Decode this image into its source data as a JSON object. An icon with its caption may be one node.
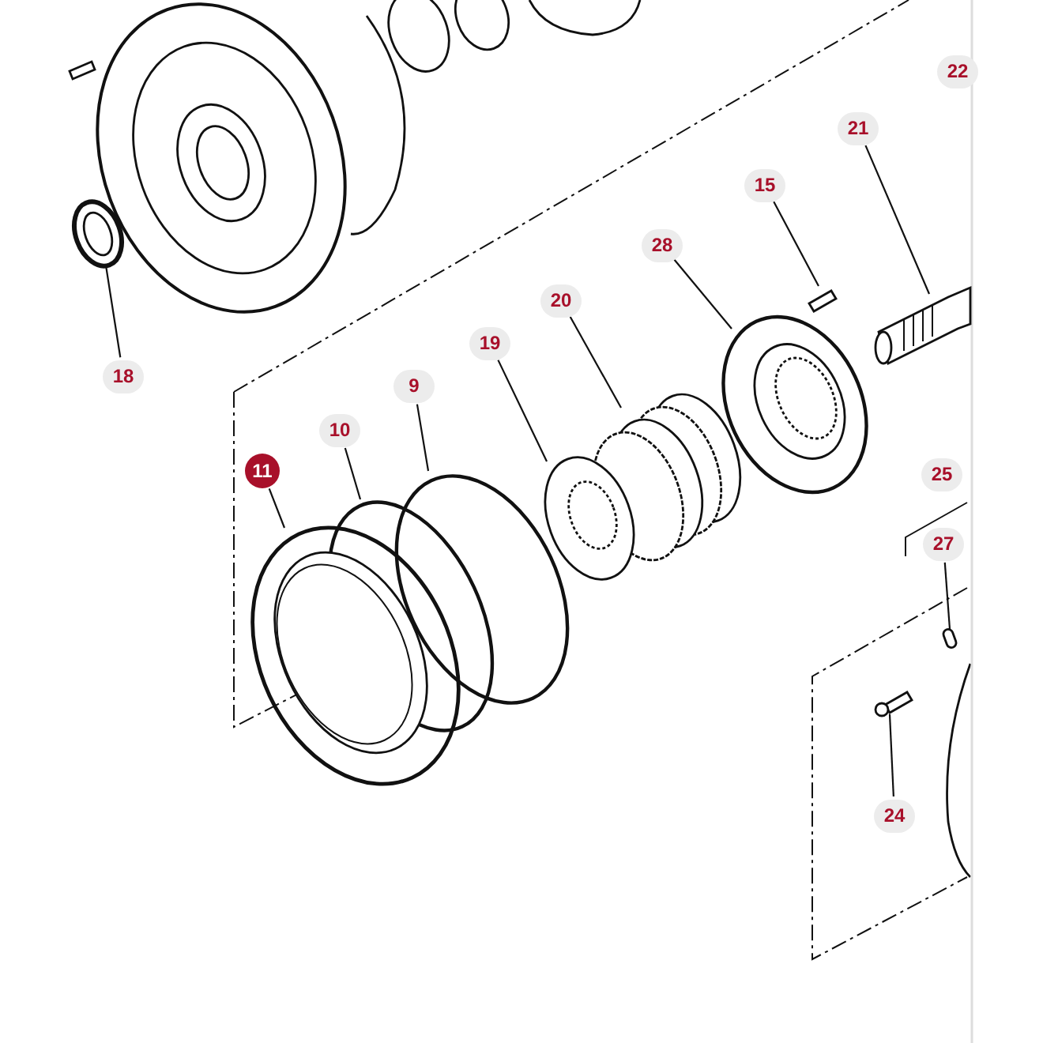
{
  "diagram": {
    "nodes": [
      {
        "text": [
          "18"
        ]
      },
      {
        "text": [],
        "shape": "picture"
      },
      {
        "text": [
          "21"
        ]
      },
      {
        "text": [],
        "shape": "picture"
      },
      {
        "text": [
          "15"
        ]
      },
      {
        "text": [],
        "shape": "picture"
      },
      {
        "text": [
          "28"
        ]
      },
      {
        "text": [],
        "shape": "picture"
      },
      {
        "text": [
          "20"
        ]
      },
      {
        "text": [],
        "shape": "picture"
      },
      {
        "text": [
          "19"
        ]
      },
      {
        "text": [],
        "shape": "picture"
      },
      {
        "text": [
          "9"
        ]
      },
      {
        "text": [],
        "shape": "ring"
      },
      {
        "text": [
          "10"
        ]
      },
      {
        "text": [],
        "shape": "ring"
      },
      {
        "text": [
          "11"
        ]
      },
      {
        "text": [],
        "shape": "picture"
      },
      {
        "text": [
          "27"
        ]
      },
      {
        "text": [],
        "shape": "pin"
      },
      {
        "text": [
          "24"
        ]
      },
      {
        "text": [],
        "shape": "picture"
      },
      {
        "text": [
          "22"
        ]
      },
      {
        "text": [
          "25"
        ]
      }
    ],
    "edges": [
      {
        "from": 0,
        "to": 1,
        "arrow": "none"
      },
      {
        "from": 2,
        "to": 3,
        "arrow": "none"
      },
      {
        "from": 4,
        "to": 5,
        "arrow": "none"
      },
      {
        "from": 6,
        "to": 7,
        "arrow": "none"
      },
      {
        "from": 8,
        "to": 9,
        "arrow": "none"
      },
      {
        "from": 10,
        "to": 11,
        "arrow": "none"
      },
      {
        "from": 12,
        "to": 13,
        "arrow": "none"
      },
      {
        "from": 14,
        "to": 15,
        "arrow": "none"
      },
      {
        "from": 16,
        "to": 17,
        "arrow": "none"
      },
      {
        "from": 18,
        "to": 19,
        "arrow": "none"
      },
      {
        "from": 20,
        "to": 21,
        "arrow": "none"
      }
    ]
  }
}
